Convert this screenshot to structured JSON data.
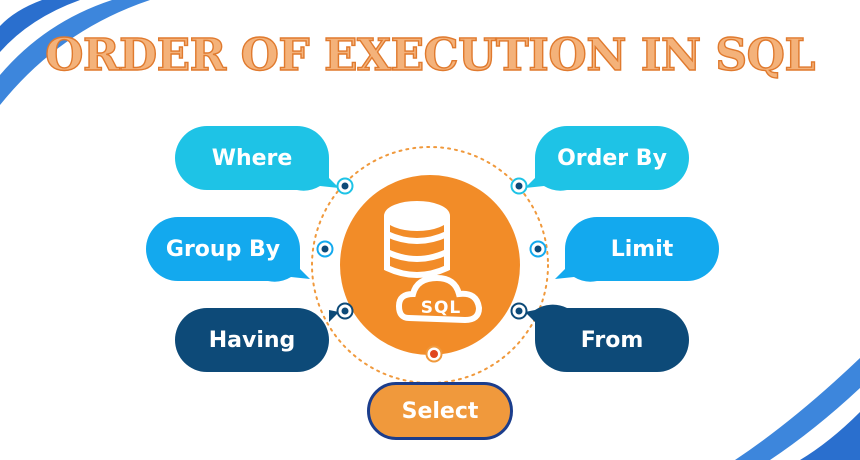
{
  "title": "ORDER OF EXECUTION IN SQL",
  "hub": {
    "icon": "database-cloud-icon",
    "label": "SQL"
  },
  "steps": {
    "where": "Where",
    "group_by": "Group By",
    "having": "Having",
    "order_by": "Order By",
    "limit": "Limit",
    "from": "From",
    "select": "Select"
  },
  "colors": {
    "title_fill": "#f4b27a",
    "title_stroke": "#e07a2e",
    "light_blue": "#1ec3e6",
    "mid_blue": "#13a9ee",
    "dark_blue": "#0d4a78",
    "orange": "#f0993c",
    "accent_stripe": "#2e7fd9"
  }
}
